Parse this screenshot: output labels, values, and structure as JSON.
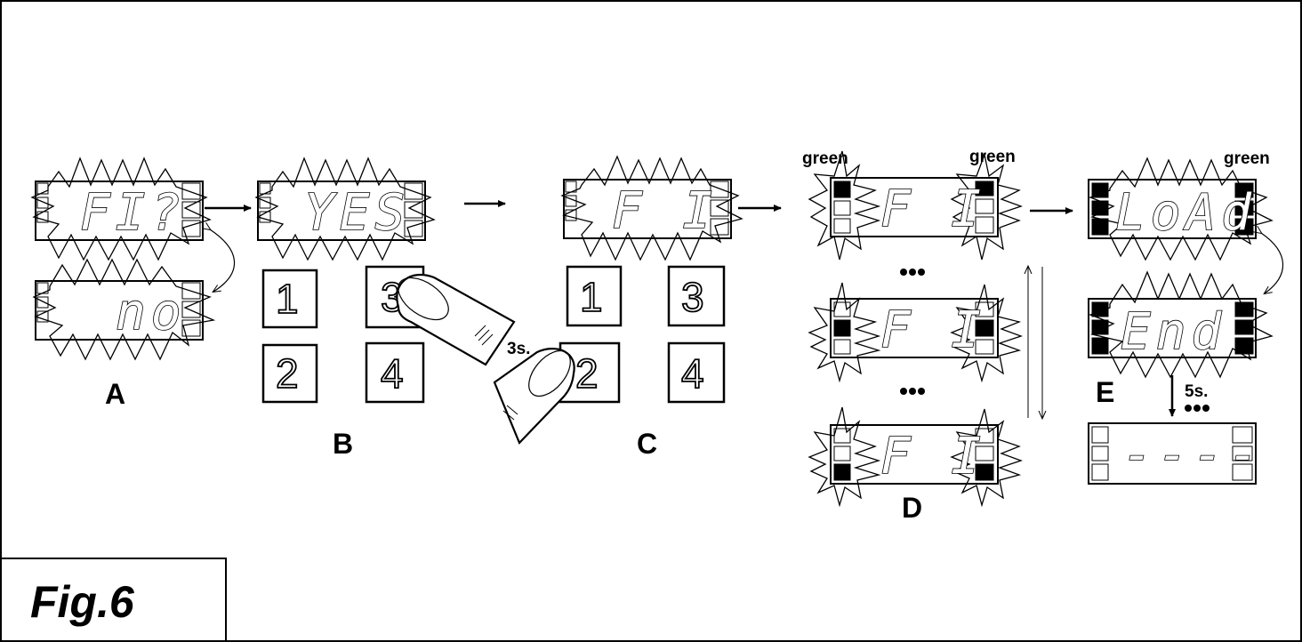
{
  "figure_label": "Fig.6",
  "step_labels": {
    "a": "A",
    "b": "B",
    "c": "C",
    "d": "D",
    "e": "E"
  },
  "displays": {
    "a_top": "FI?",
    "a_bottom": "no",
    "b": "YES",
    "c": "F I",
    "d_top": "F I",
    "d_mid": "F I",
    "d_bottom": "F I",
    "e_top": "LoAd",
    "e_bottom": "End",
    "e_final": "----"
  },
  "keypad": {
    "k1": "1",
    "k2": "2",
    "k3": "3",
    "k4": "4"
  },
  "annotations": {
    "press_time": "3s.",
    "wait_time": "5s.",
    "led_color_left": "green",
    "led_color_right": "green",
    "led_color_e": "green"
  }
}
